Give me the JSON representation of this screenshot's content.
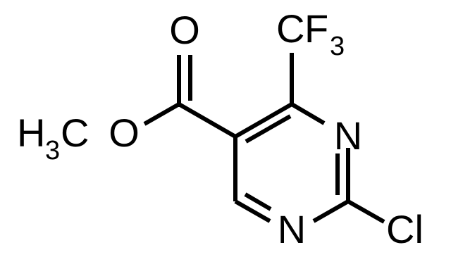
{
  "diagram": {
    "type": "chemical-structure",
    "line_color": "#000000",
    "background": "#ffffff",
    "atoms": {
      "carbonyl_oxygen": "O",
      "ester_oxygen": "O",
      "methyl_carbon": "C",
      "methyl_hydrogen": "H",
      "methyl_hydrogen_count": "3",
      "cf3_carbon": "C",
      "cf3_fluorine": "F",
      "cf3_fluorine_count": "3",
      "ring_nitrogen_top": "N",
      "ring_nitrogen_bottom": "N",
      "chlorine": "Cl"
    }
  }
}
